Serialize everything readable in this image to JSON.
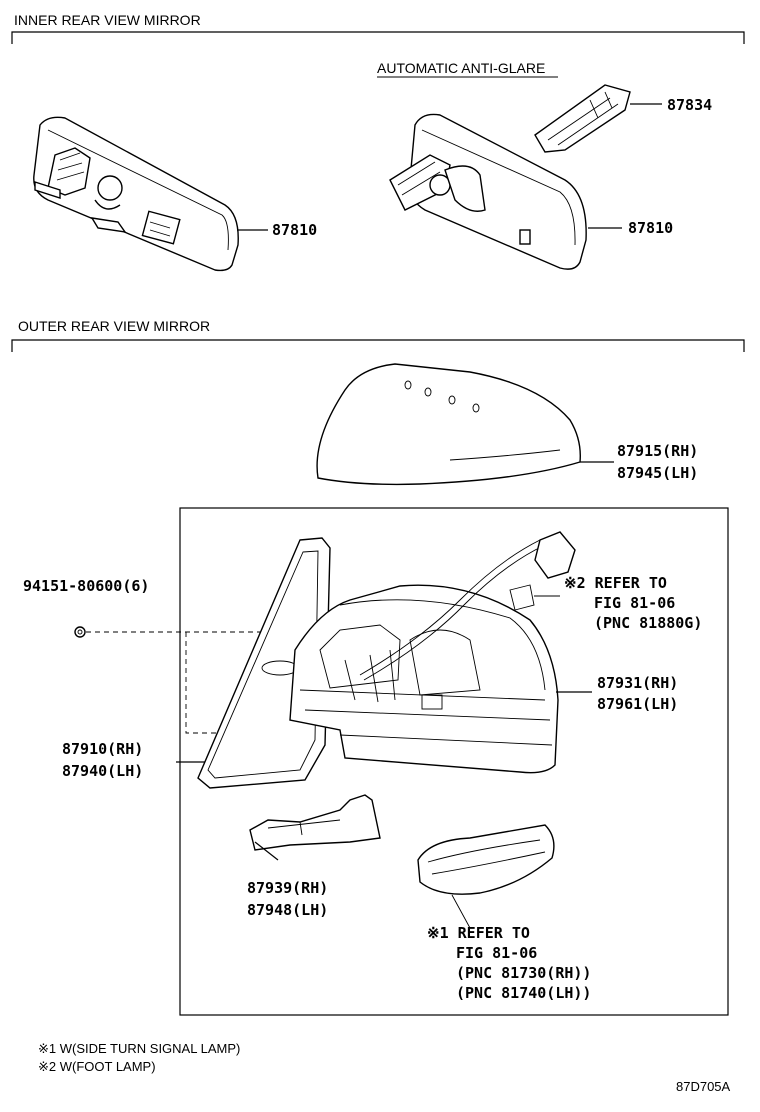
{
  "sections": {
    "inner": "INNER REAR VIEW MIRROR",
    "outer": "OUTER REAR VIEW MIRROR"
  },
  "labels": {
    "auto_anti_glare": "AUTOMATIC ANTI-GLARE"
  },
  "parts": {
    "p87834": "87834",
    "p87810_left": "87810",
    "p87810_right": "87810",
    "p87915": "87915(RH)",
    "p87945": "87945(LH)",
    "p94151": "94151-80600(6)",
    "p87931": "87931(RH)",
    "p87961": "87961(LH)",
    "p87910": "87910(RH)",
    "p87940": "87940(LH)",
    "p87939": "87939(RH)",
    "p87948": "87948(LH)"
  },
  "refs": {
    "ref2_line1": "※2 REFER TO",
    "ref2_line2": "FIG 81-06",
    "ref2_line3": "(PNC 81880G)",
    "ref1_line1": "※1 REFER TO",
    "ref1_line2": "FIG 81-06",
    "ref1_line3": "(PNC 81730(RH))",
    "ref1_line4": "(PNC 81740(LH))"
  },
  "footnotes": {
    "note1": "※1 W(SIDE TURN SIGNAL LAMP)",
    "note2": "※2 W(FOOT LAMP)"
  },
  "figure_id": "87D705A"
}
